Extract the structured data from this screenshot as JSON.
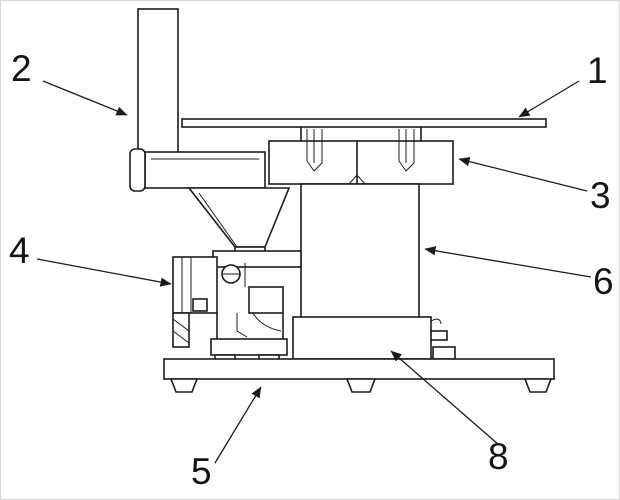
{
  "drawing": {
    "type": "patent-line-drawing",
    "background": "#ffffff",
    "line_color": "#1c1c1c",
    "callouts": {
      "c1": "1",
      "c2": "2",
      "c3": "3",
      "c4": "4",
      "c5": "5",
      "c6": "6",
      "c8": "8"
    }
  }
}
